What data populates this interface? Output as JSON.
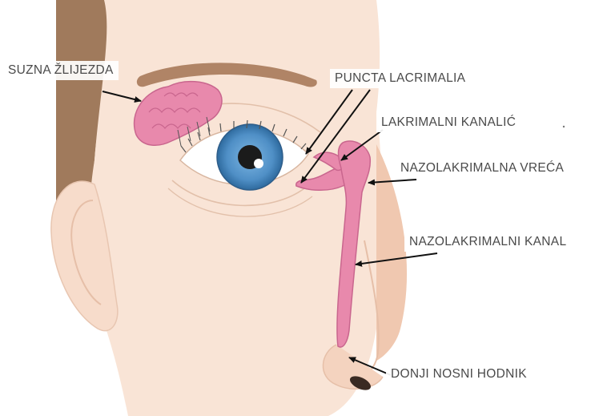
{
  "labels": {
    "lacrimal_gland": "SUZNA ŽLIJEZDA",
    "puncta": "PUNCTA LACRIMALIA",
    "canaliculus": "LAKRIMALNI KANALIĆ",
    "sac": "NAZOLAKRIMALNA VREĆA",
    "duct": "NAZOLAKRIMALNI KANAL",
    "meatus": "DONJI NOSNI HODNIK"
  },
  "colors": {
    "skin": "#f9e4d6",
    "skin_shadow": "#f0c8b0",
    "hair": "#a07a5c",
    "eyebrow": "#b08466",
    "iris": "#5a9bd0",
    "gland": "#e889ac",
    "duct": "#e889ac",
    "label_text": "#4a4a4a",
    "arrow": "#111111"
  }
}
